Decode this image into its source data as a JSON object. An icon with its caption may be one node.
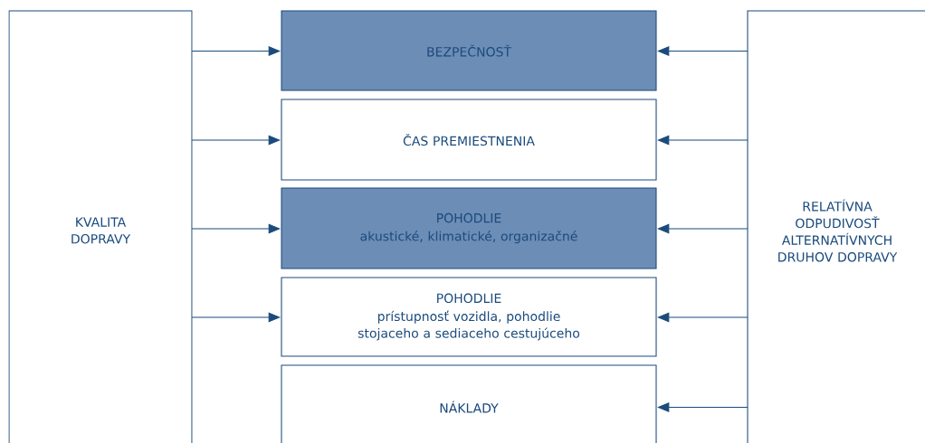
{
  "diagram": {
    "nodes": [
      {
        "text": [
          "KVALITA DOPRAVY"
        ]
      },
      {
        "text": [
          "BEZPEČNOSŤ"
        ]
      },
      {
        "text": [
          "ČAS PREMIESTNENIA"
        ]
      },
      {
        "text": [
          "POHODLIE",
          "akustické, klimatické, organizačné"
        ]
      },
      {
        "text": [
          "POHODLIE",
          "prístupnosť vozidla, pohodlie stojaceho a sediaceho cestujúceho"
        ]
      },
      {
        "text": [
          "NÁKLADY"
        ]
      },
      {
        "text": [
          "RELATÍVNA ODPUDIVOSŤ ALTERNATÍVNYCH DRUHOV DOPRAVY"
        ]
      }
    ],
    "edges": [
      {
        "from": 0,
        "to": 1,
        "arrow": "to"
      },
      {
        "from": 0,
        "to": 2,
        "arrow": "to"
      },
      {
        "from": 0,
        "to": 3,
        "arrow": "to"
      },
      {
        "from": 0,
        "to": 4,
        "arrow": "to"
      },
      {
        "from": 6,
        "to": 1,
        "arrow": "to"
      },
      {
        "from": 6,
        "to": 2,
        "arrow": "to"
      },
      {
        "from": 6,
        "to": 3,
        "arrow": "to"
      },
      {
        "from": 6,
        "to": 4,
        "arrow": "to"
      },
      {
        "from": 6,
        "to": 5,
        "arrow": "to"
      }
    ]
  }
}
